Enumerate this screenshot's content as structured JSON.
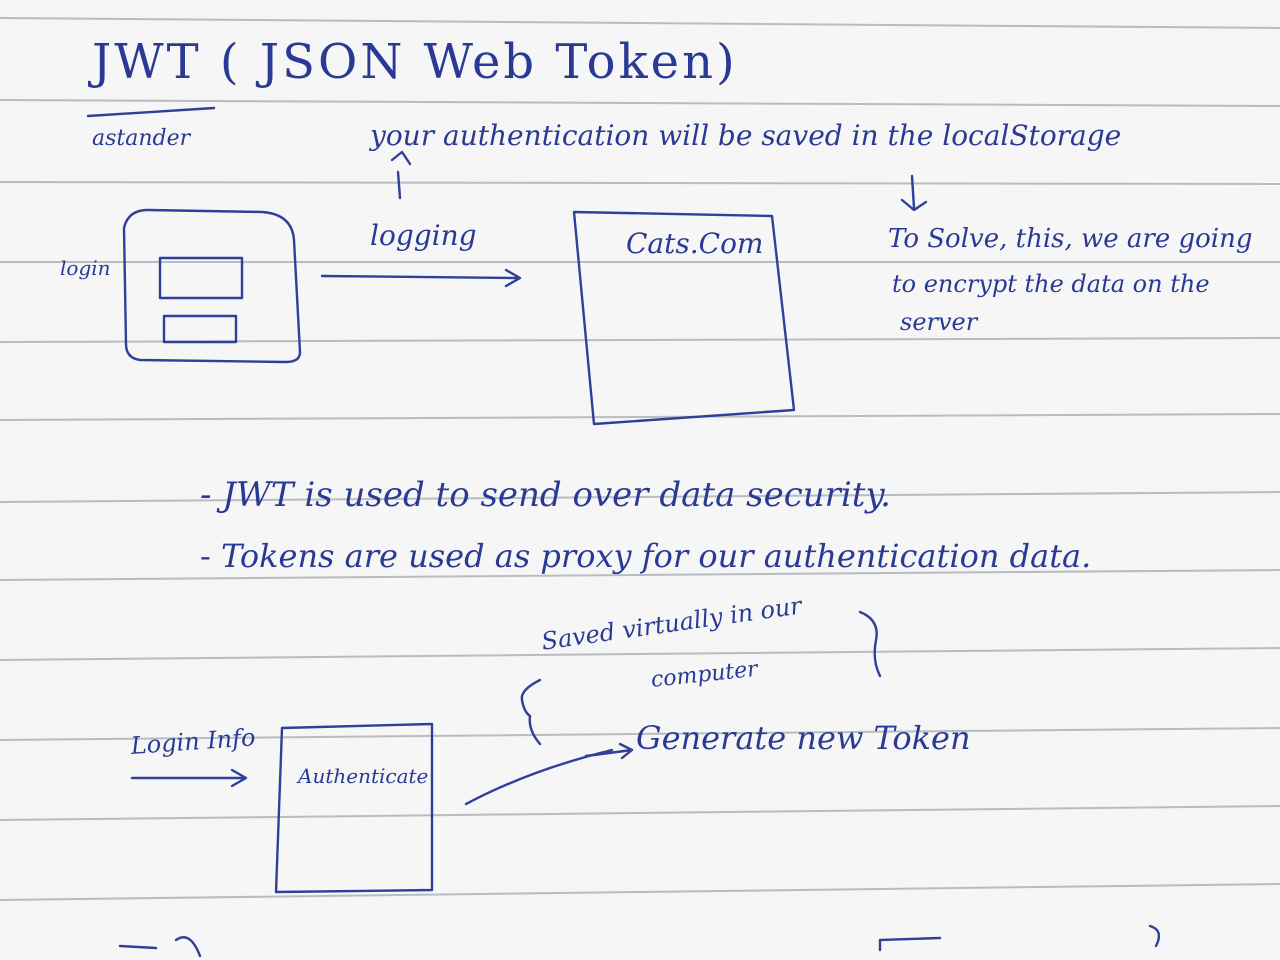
{
  "notes": {
    "title": "JWT ( JSON Web Token)",
    "side_note": "astander",
    "auth_note": "your authentication will be saved in the localStorage",
    "logging_label": "logging",
    "login_label": "login",
    "site_label": "Cats.Com",
    "solve_line1": "To Solve, this, we are going",
    "solve_line2": "to encrypt the data on the",
    "solve_line3": "server",
    "bullet1": "- JWT is used to send over data security.",
    "bullet2": "- Tokens are used as proxy for our authentication data.",
    "saved_line1": "Saved virtually in our",
    "saved_line2": "computer",
    "login_info": "Login Info",
    "authenticate_label": "Authenticate",
    "generate_label": "Generate new Token"
  },
  "colors": {
    "paper": "#f5f6f5",
    "ruling": "#b9bcc0",
    "ink": "#2a3a94"
  }
}
